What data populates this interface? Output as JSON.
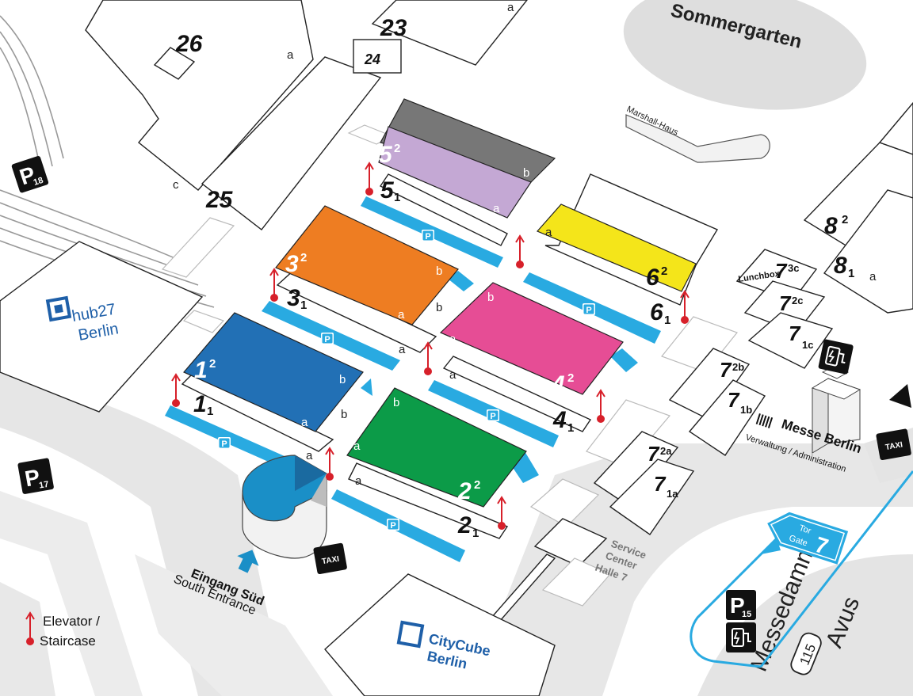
{
  "map": {
    "landmarks": {
      "sommergarten": "Sommergarten",
      "marshall_haus": "Marshall-Haus",
      "hub27_line1": "hub27",
      "hub27_line2": "Berlin",
      "citycube_line1": "CityCube",
      "citycube_line2": "Berlin",
      "lunchbox": "Lunchbox",
      "messe_berlin": "Messe Berlin",
      "verwaltung": "Verwaltung / Administration",
      "service_center_1": "Service",
      "service_center_2": "Center",
      "service_center_3": "Halle 7",
      "entrance_de": "Eingang Süd",
      "entrance_en": "South Entrance",
      "gate_de": "Tor",
      "gate_en": "Gate",
      "gate_num": "7",
      "street_messedamm": "Messedamm",
      "street_avus": "Avus",
      "road_number": "115"
    },
    "parking": {
      "p18": "P",
      "p18_num": "18",
      "p17": "P",
      "p17_num": "17",
      "p15": "P",
      "p15_num": "15",
      "lane_label": "P"
    },
    "taxi_label": "TAXI",
    "legend": {
      "line1": "Elevator /",
      "line2": "Staircase"
    },
    "halls": {
      "h1": {
        "num": "1",
        "up": "2",
        "down": "1",
        "a": "a",
        "b": "b",
        "color": "#2270b5"
      },
      "h2": {
        "num": "2",
        "up": "2",
        "down": "1",
        "a": "a",
        "b": "b",
        "color": "#0c9b48"
      },
      "h3": {
        "num": "3",
        "up": "2",
        "down": "1",
        "a": "a",
        "b": "b",
        "color": "#ee7d22"
      },
      "h4": {
        "num": "4",
        "up": "2",
        "down": "1",
        "a": "a",
        "b": "b",
        "color": "#e64d95"
      },
      "h5": {
        "num": "5",
        "up": "2",
        "down": "1",
        "a": "a",
        "b": "b",
        "color": "#c4a8d4"
      },
      "h6": {
        "num": "6",
        "up": "2",
        "down": "1",
        "a": "a",
        "color": "#f4e51a"
      },
      "h7": {
        "num": "7",
        "t3c": "3c",
        "t2c": "2c",
        "t1c": "1c",
        "t2b": "2b",
        "t1b": "1b",
        "t2a": "2a",
        "t1a": "1a"
      },
      "h8": {
        "num": "8",
        "up": "2",
        "down": "1",
        "a": "a"
      },
      "h23": {
        "num": "23",
        "a": "a"
      },
      "h24": {
        "num": "24"
      },
      "h25": {
        "num": "25"
      },
      "h26": {
        "num": "26",
        "a": "a",
        "c": "c"
      }
    }
  }
}
